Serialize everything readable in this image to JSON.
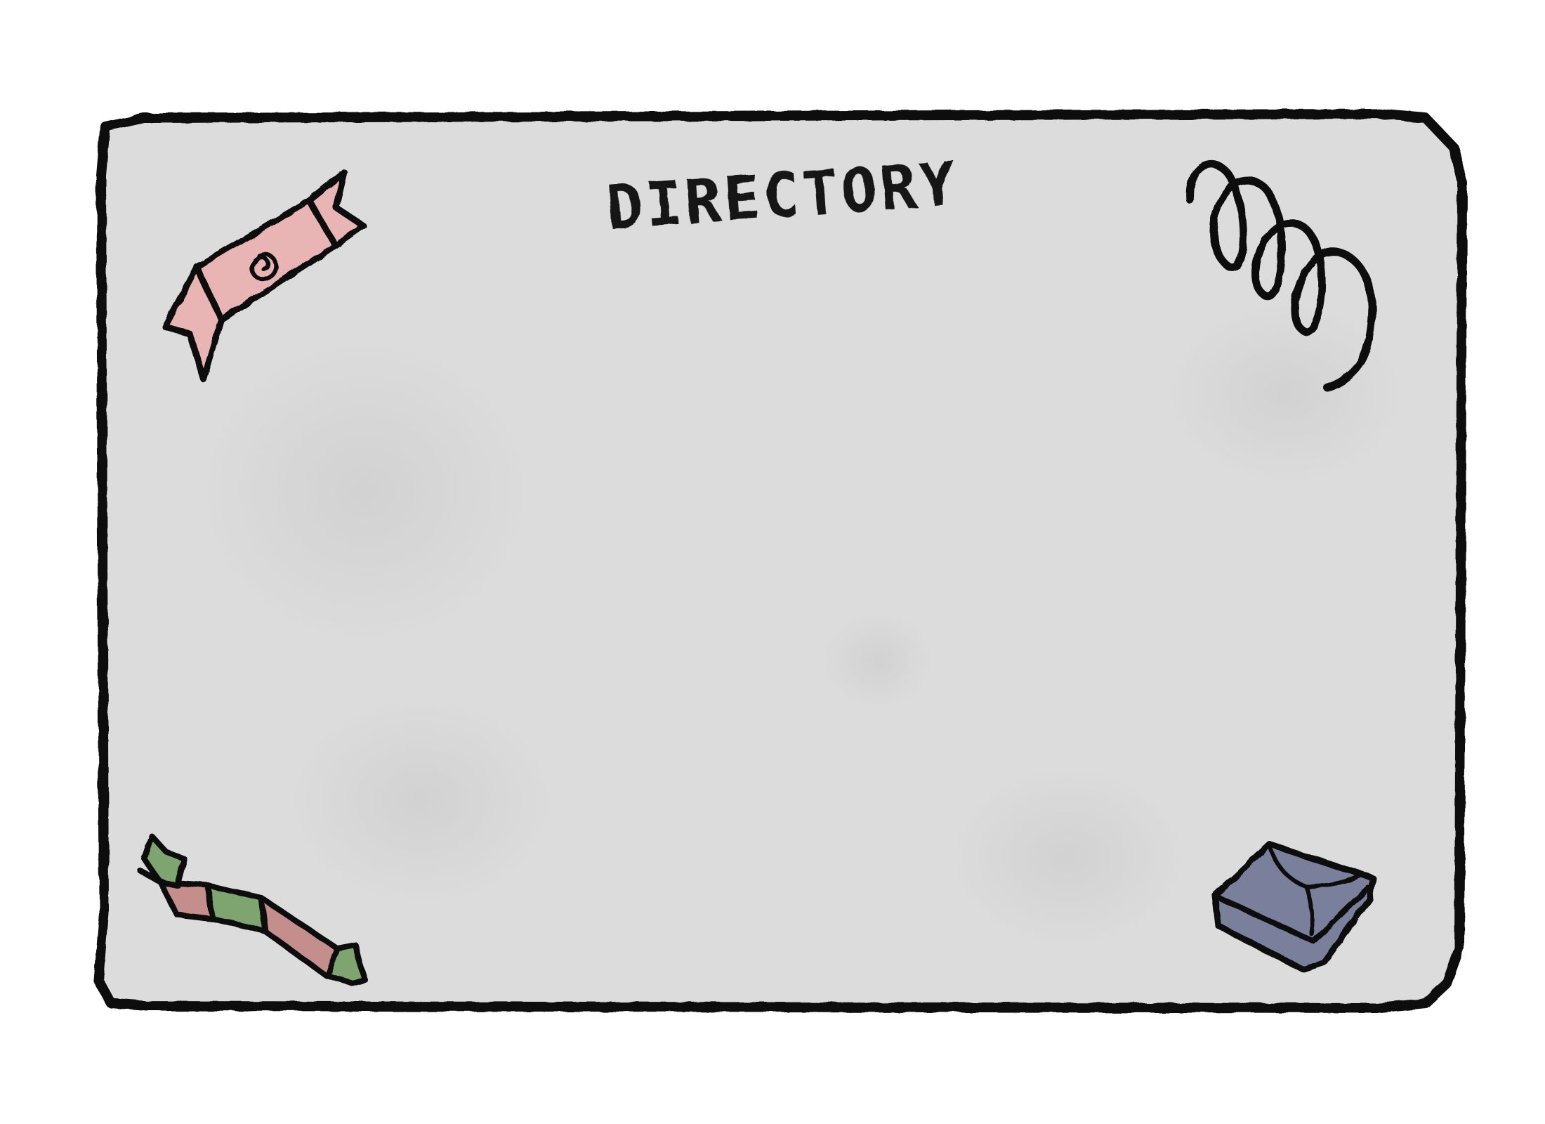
{
  "board": {
    "title": "DIRECTORY"
  },
  "colors": {
    "board_fill": "#dcdcdc",
    "border": "#111111",
    "pink_candy": "#e8b4b4",
    "rose_candy": "#c48e8c",
    "green_candy": "#7ea46f",
    "slate_candy": "#7a809c"
  },
  "decorations": [
    {
      "name": "wrapped-candy-icon",
      "color": "pink_candy"
    },
    {
      "name": "coil-squiggle-icon",
      "color": "border"
    },
    {
      "name": "stick-candy-icon",
      "color": "rose_candy"
    },
    {
      "name": "chocolate-bar-icon",
      "color": "slate_candy"
    }
  ]
}
